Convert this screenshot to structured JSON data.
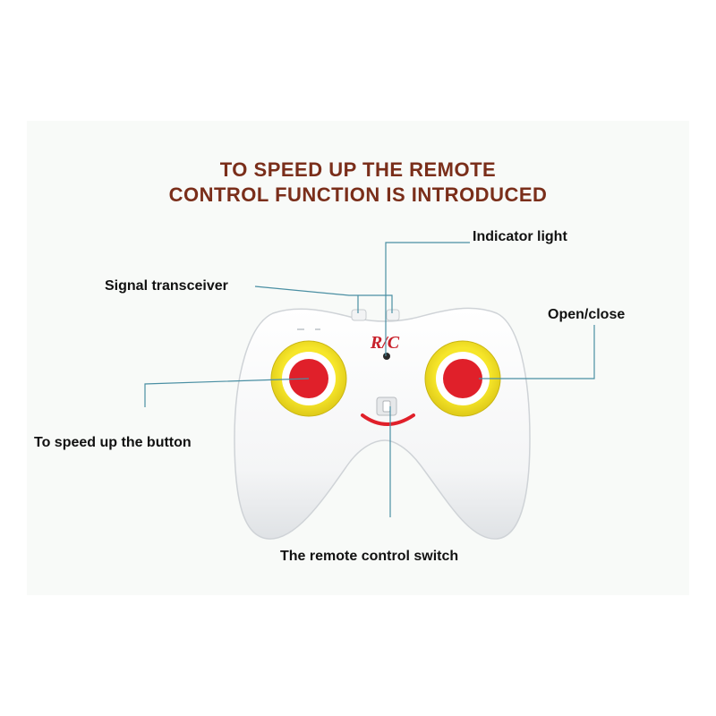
{
  "title": {
    "line1": "TO SPEED UP THE REMOTE",
    "line2": "CONTROL FUNCTION IS INTRODUCED"
  },
  "labels": {
    "indicator_light": "Indicator light",
    "signal_transceiver": "Signal transceiver",
    "open_close": "Open/close",
    "speed_up_button": "To speed up the button",
    "remote_switch": "The remote control switch"
  },
  "controller": {
    "logo": "R/C"
  },
  "colors": {
    "title": "#7a2e1a",
    "leader_line": "#4a8fa3",
    "button_ring": "#f2df1a",
    "button_core": "#e0202a",
    "logo": "#c8202a",
    "smile": "#e0202a"
  }
}
